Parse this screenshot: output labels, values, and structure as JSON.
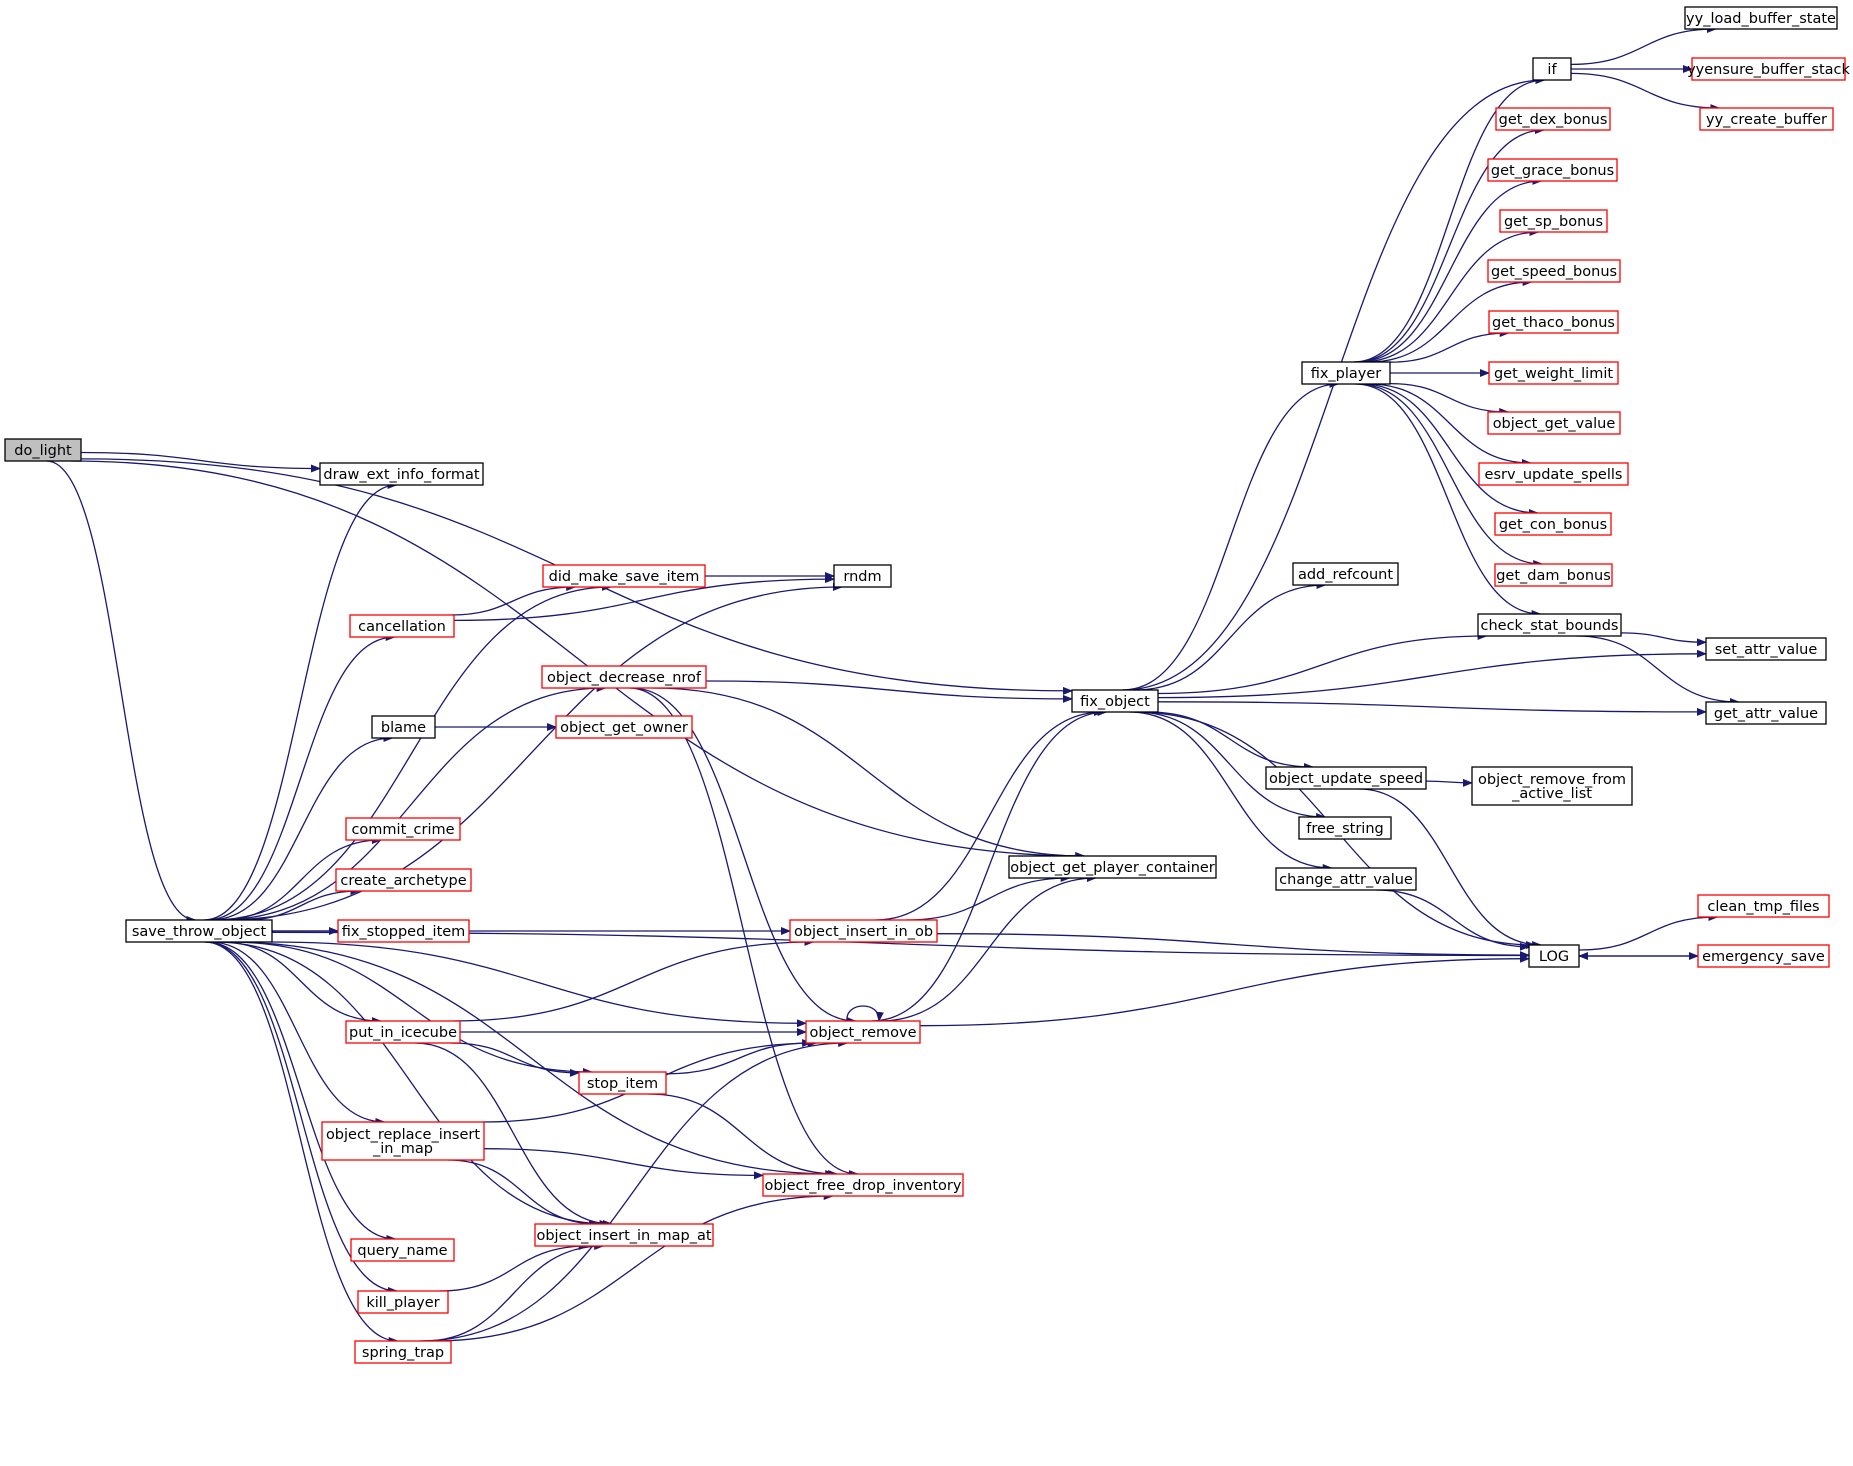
{
  "colors": {
    "edge": "#191970",
    "focus_fill": "#bfbfbf",
    "border_default": "#000000",
    "border_truncated": "#ff0000",
    "background": "#ffffff"
  },
  "graph": {
    "nodes": [
      {
        "id": "do_light",
        "lines": [
          "do_light"
        ],
        "style": "focus"
      },
      {
        "id": "draw_ext_info_format",
        "lines": [
          "draw_ext_info_format"
        ],
        "style": "default"
      },
      {
        "id": "save_throw_object",
        "lines": [
          "save_throw_object"
        ],
        "style": "default"
      },
      {
        "id": "fix_object",
        "lines": [
          "fix_object"
        ],
        "style": "default"
      },
      {
        "id": "object_get_player_container",
        "lines": [
          "object_get_player_container"
        ],
        "style": "default"
      },
      {
        "id": "LOG",
        "lines": [
          "LOG"
        ],
        "style": "default"
      },
      {
        "id": "rndm",
        "lines": [
          "rndm"
        ],
        "style": "default"
      },
      {
        "id": "did_make_save_item",
        "lines": [
          "did_make_save_item"
        ],
        "style": "truncated"
      },
      {
        "id": "cancellation",
        "lines": [
          "cancellation"
        ],
        "style": "truncated"
      },
      {
        "id": "object_decrease_nrof",
        "lines": [
          "object_decrease_nrof"
        ],
        "style": "truncated"
      },
      {
        "id": "blame",
        "lines": [
          "blame"
        ],
        "style": "default"
      },
      {
        "id": "object_get_owner",
        "lines": [
          "object_get_owner"
        ],
        "style": "truncated"
      },
      {
        "id": "commit_crime",
        "lines": [
          "commit_crime"
        ],
        "style": "truncated"
      },
      {
        "id": "create_archetype",
        "lines": [
          "create_archetype"
        ],
        "style": "truncated"
      },
      {
        "id": "fix_stopped_item",
        "lines": [
          "fix_stopped_item"
        ],
        "style": "truncated"
      },
      {
        "id": "object_insert_in_ob",
        "lines": [
          "object_insert_in_ob"
        ],
        "style": "truncated"
      },
      {
        "id": "put_in_icecube",
        "lines": [
          "put_in_icecube"
        ],
        "style": "truncated"
      },
      {
        "id": "object_remove",
        "lines": [
          "object_remove"
        ],
        "style": "truncated"
      },
      {
        "id": "stop_item",
        "lines": [
          "stop_item"
        ],
        "style": "truncated"
      },
      {
        "id": "object_replace_insert_in_map",
        "lines": [
          "object_replace_insert",
          "_in_map"
        ],
        "style": "truncated"
      },
      {
        "id": "object_free_drop_inventory",
        "lines": [
          "object_free_drop_inventory"
        ],
        "style": "truncated"
      },
      {
        "id": "object_insert_in_map_at",
        "lines": [
          "object_insert_in_map_at"
        ],
        "style": "truncated"
      },
      {
        "id": "query_name",
        "lines": [
          "query_name"
        ],
        "style": "truncated"
      },
      {
        "id": "kill_player",
        "lines": [
          "kill_player"
        ],
        "style": "truncated"
      },
      {
        "id": "spring_trap",
        "lines": [
          "spring_trap"
        ],
        "style": "truncated"
      },
      {
        "id": "fix_player",
        "lines": [
          "fix_player"
        ],
        "style": "default"
      },
      {
        "id": "add_refcount",
        "lines": [
          "add_refcount"
        ],
        "style": "default"
      },
      {
        "id": "object_update_speed",
        "lines": [
          "object_update_speed"
        ],
        "style": "default"
      },
      {
        "id": "free_string",
        "lines": [
          "free_string"
        ],
        "style": "default"
      },
      {
        "id": "change_attr_value",
        "lines": [
          "change_attr_value"
        ],
        "style": "default"
      },
      {
        "id": "check_stat_bounds",
        "lines": [
          "check_stat_bounds"
        ],
        "style": "default"
      },
      {
        "id": "set_attr_value",
        "lines": [
          "set_attr_value"
        ],
        "style": "default"
      },
      {
        "id": "get_attr_value",
        "lines": [
          "get_attr_value"
        ],
        "style": "default"
      },
      {
        "id": "object_remove_from_active_list",
        "lines": [
          "object_remove_from",
          "_active_list"
        ],
        "style": "default"
      },
      {
        "id": "if",
        "lines": [
          "if"
        ],
        "style": "default"
      },
      {
        "id": "yy_load_buffer_state",
        "lines": [
          "yy_load_buffer_state"
        ],
        "style": "default"
      },
      {
        "id": "yyensure_buffer_stack",
        "lines": [
          "yyensure_buffer_stack"
        ],
        "style": "truncated"
      },
      {
        "id": "yy_create_buffer",
        "lines": [
          "yy_create_buffer"
        ],
        "style": "truncated"
      },
      {
        "id": "get_dex_bonus",
        "lines": [
          "get_dex_bonus"
        ],
        "style": "truncated"
      },
      {
        "id": "get_grace_bonus",
        "lines": [
          "get_grace_bonus"
        ],
        "style": "truncated"
      },
      {
        "id": "get_sp_bonus",
        "lines": [
          "get_sp_bonus"
        ],
        "style": "truncated"
      },
      {
        "id": "get_speed_bonus",
        "lines": [
          "get_speed_bonus"
        ],
        "style": "truncated"
      },
      {
        "id": "get_thaco_bonus",
        "lines": [
          "get_thaco_bonus"
        ],
        "style": "truncated"
      },
      {
        "id": "get_weight_limit",
        "lines": [
          "get_weight_limit"
        ],
        "style": "truncated"
      },
      {
        "id": "object_get_value",
        "lines": [
          "object_get_value"
        ],
        "style": "truncated"
      },
      {
        "id": "esrv_update_spells",
        "lines": [
          "esrv_update_spells"
        ],
        "style": "truncated"
      },
      {
        "id": "get_con_bonus",
        "lines": [
          "get_con_bonus"
        ],
        "style": "truncated"
      },
      {
        "id": "get_dam_bonus",
        "lines": [
          "get_dam_bonus"
        ],
        "style": "truncated"
      },
      {
        "id": "clean_tmp_files",
        "lines": [
          "clean_tmp_files"
        ],
        "style": "truncated"
      },
      {
        "id": "emergency_save",
        "lines": [
          "emergency_save"
        ],
        "style": "truncated"
      }
    ],
    "edges": [
      [
        "do_light",
        "draw_ext_info_format"
      ],
      [
        "do_light",
        "save_throw_object"
      ],
      [
        "do_light",
        "fix_object"
      ],
      [
        "do_light",
        "object_get_player_container"
      ],
      [
        "save_throw_object",
        "draw_ext_info_format"
      ],
      [
        "save_throw_object",
        "rndm"
      ],
      [
        "save_throw_object",
        "did_make_save_item"
      ],
      [
        "save_throw_object",
        "cancellation"
      ],
      [
        "save_throw_object",
        "object_decrease_nrof"
      ],
      [
        "save_throw_object",
        "blame"
      ],
      [
        "save_throw_object",
        "object_remove"
      ],
      [
        "save_throw_object",
        "commit_crime"
      ],
      [
        "save_throw_object",
        "create_archetype"
      ],
      [
        "save_throw_object",
        "fix_stopped_item"
      ],
      [
        "save_throw_object",
        "object_insert_in_ob"
      ],
      [
        "save_throw_object",
        "put_in_icecube"
      ],
      [
        "save_throw_object",
        "stop_item"
      ],
      [
        "save_throw_object",
        "object_replace_insert_in_map"
      ],
      [
        "save_throw_object",
        "object_insert_in_map_at"
      ],
      [
        "save_throw_object",
        "query_name"
      ],
      [
        "save_throw_object",
        "kill_player"
      ],
      [
        "save_throw_object",
        "spring_trap"
      ],
      [
        "save_throw_object",
        "object_free_drop_inventory"
      ],
      [
        "save_throw_object",
        "LOG"
      ],
      [
        "did_make_save_item",
        "rndm"
      ],
      [
        "cancellation",
        "did_make_save_item"
      ],
      [
        "cancellation",
        "rndm"
      ],
      [
        "object_decrease_nrof",
        "fix_object"
      ],
      [
        "object_decrease_nrof",
        "object_get_player_container"
      ],
      [
        "object_decrease_nrof",
        "object_remove"
      ],
      [
        "object_decrease_nrof",
        "object_free_drop_inventory"
      ],
      [
        "blame",
        "object_get_owner"
      ],
      [
        "object_insert_in_ob",
        "fix_object"
      ],
      [
        "object_insert_in_ob",
        "object_get_player_container"
      ],
      [
        "object_insert_in_ob",
        "LOG"
      ],
      [
        "put_in_icecube",
        "object_insert_in_ob"
      ],
      [
        "put_in_icecube",
        "object_remove"
      ],
      [
        "put_in_icecube",
        "stop_item"
      ],
      [
        "put_in_icecube",
        "object_insert_in_map_at"
      ],
      [
        "object_remove",
        "object_remove"
      ],
      [
        "object_remove",
        "fix_object"
      ],
      [
        "object_remove",
        "object_get_player_container"
      ],
      [
        "object_remove",
        "LOG"
      ],
      [
        "stop_item",
        "object_remove"
      ],
      [
        "stop_item",
        "object_free_drop_inventory"
      ],
      [
        "object_replace_insert_in_map",
        "object_remove"
      ],
      [
        "object_replace_insert_in_map",
        "object_free_drop_inventory"
      ],
      [
        "object_replace_insert_in_map",
        "object_insert_in_map_at"
      ],
      [
        "kill_player",
        "object_insert_in_map_at"
      ],
      [
        "spring_trap",
        "object_insert_in_map_at"
      ],
      [
        "spring_trap",
        "object_remove"
      ],
      [
        "spring_trap",
        "object_free_drop_inventory"
      ],
      [
        "fix_object",
        "if"
      ],
      [
        "fix_object",
        "fix_player"
      ],
      [
        "fix_object",
        "add_refcount"
      ],
      [
        "fix_object",
        "check_stat_bounds"
      ],
      [
        "fix_object",
        "set_attr_value"
      ],
      [
        "fix_object",
        "get_attr_value"
      ],
      [
        "fix_object",
        "object_update_speed"
      ],
      [
        "fix_object",
        "free_string"
      ],
      [
        "fix_object",
        "change_attr_value"
      ],
      [
        "fix_object",
        "LOG"
      ],
      [
        "fix_player",
        "if"
      ],
      [
        "fix_player",
        "get_dex_bonus"
      ],
      [
        "fix_player",
        "get_grace_bonus"
      ],
      [
        "fix_player",
        "get_sp_bonus"
      ],
      [
        "fix_player",
        "get_speed_bonus"
      ],
      [
        "fix_player",
        "get_thaco_bonus"
      ],
      [
        "fix_player",
        "get_weight_limit"
      ],
      [
        "fix_player",
        "object_get_value"
      ],
      [
        "fix_player",
        "esrv_update_spells"
      ],
      [
        "fix_player",
        "get_con_bonus"
      ],
      [
        "fix_player",
        "get_dam_bonus"
      ],
      [
        "fix_player",
        "check_stat_bounds"
      ],
      [
        "if",
        "yy_load_buffer_state"
      ],
      [
        "if",
        "yyensure_buffer_stack"
      ],
      [
        "if",
        "yy_create_buffer"
      ],
      [
        "check_stat_bounds",
        "set_attr_value"
      ],
      [
        "check_stat_bounds",
        "get_attr_value"
      ],
      [
        "object_update_speed",
        "object_remove_from_active_list"
      ],
      [
        "object_update_speed",
        "LOG"
      ],
      [
        "change_attr_value",
        "LOG"
      ],
      [
        "LOG",
        "clean_tmp_files"
      ],
      [
        "LOG",
        "emergency_save"
      ],
      [
        "emergency_save",
        "LOG"
      ]
    ]
  }
}
